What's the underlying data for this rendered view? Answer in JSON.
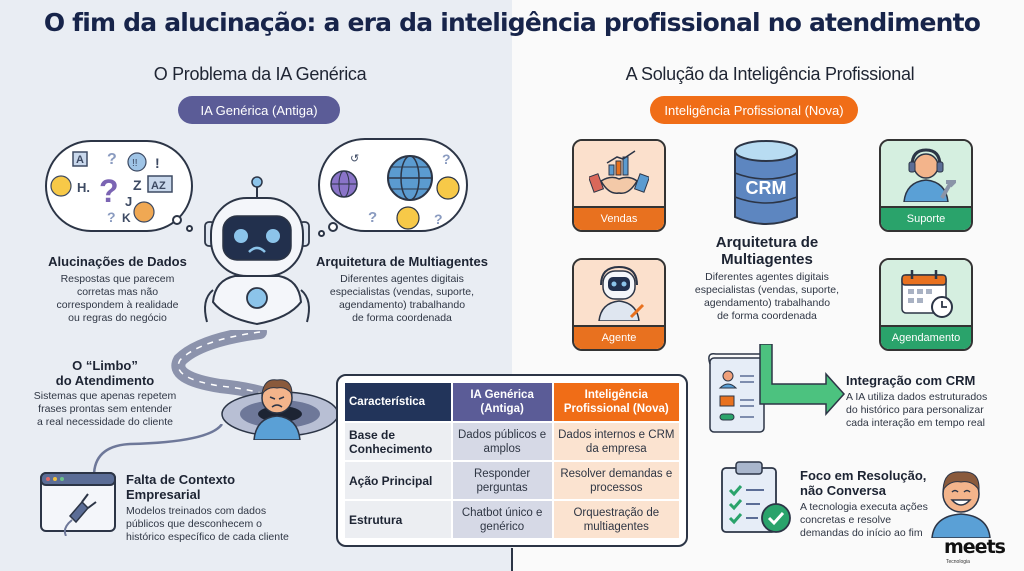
{
  "title": "O fim da alucinação: a era da inteligência profissional no atendimento",
  "left": {
    "section_title": "O Problema da IA Genérica",
    "pill": "IA Genérica (Antiga)",
    "cloud_left_symbols": [
      "A",
      ":",
      "?",
      "!!",
      "!",
      "H.",
      "?",
      "Z",
      "AZ",
      "J",
      "?",
      "K"
    ],
    "cloud_right_symbols": [
      "?",
      "?",
      "?"
    ],
    "items": [
      {
        "title": "Alucinações de Dados",
        "text": [
          "Respostas que parecem",
          "corretas mas não",
          "correspondem à realidade",
          "ou regras do negócio"
        ]
      },
      {
        "title": "Arquitetura de Multiagentes",
        "text": [
          "Diferentes agentes digitais",
          "especialistas (vendas, suporte,",
          "agendamento) trabalhando",
          "de forma coordenada"
        ]
      },
      {
        "title": [
          "O “Limbo”",
          "do Atendimento"
        ],
        "text": [
          "Sistemas que apenas repetem",
          "frases prontas sem entender",
          "a real necessidade do cliente"
        ]
      },
      {
        "title": [
          "Falta de Contexto",
          "Empresarial"
        ],
        "text": [
          "Modelos treinados com dados",
          "públicos que desconhecem o",
          "histórico específico de cada cliente"
        ]
      }
    ]
  },
  "right": {
    "section_title": "A Solução da Inteligência Profissional",
    "pill": "Inteligência Profissional (Nova)",
    "tiles": [
      {
        "label": "Vendas",
        "color": "#e8711f"
      },
      {
        "label": "Suporte",
        "color": "#2aa36b"
      },
      {
        "label": "Agente",
        "color": "#e8711f"
      },
      {
        "label": "Agendamento",
        "color": "#2aa36b"
      }
    ],
    "crm_label": "CRM",
    "center": {
      "title": [
        "Arquitetura de",
        "Multiagentes"
      ],
      "text": [
        "Diferentes agentes digitais",
        "especialistas (vendas, suporte,",
        "agendamento) trabalhando",
        "de forma coordenada"
      ]
    },
    "items": [
      {
        "title": "Integração com CRM",
        "text": [
          "A IA utiliza dados estruturados",
          "do histórico para personalizar",
          "cada interação em tempo real"
        ]
      },
      {
        "title": [
          "Foco em Resolução,",
          "não Conversa"
        ],
        "text": [
          "A tecnologia executa ações",
          "concretas e resolve",
          "demandas do início ao fim"
        ]
      }
    ]
  },
  "table": {
    "headers": [
      "Característica",
      "IA Genérica (Antiga)",
      "Inteligência Profissional (Nova)"
    ],
    "rows": [
      [
        "Base de Conhecimento",
        "Dados públicos e amplos",
        "Dados internos e CRM da empresa"
      ],
      [
        "Ação Principal",
        "Responder perguntas",
        "Resolver demandas e processos"
      ],
      [
        "Estrutura",
        "Chatbot único e genérico",
        "Orquestração de multiagentes"
      ]
    ]
  },
  "logo": {
    "name": "meets",
    "sub": "Tecnologia"
  },
  "colors": {
    "navy": "#17244a",
    "purple": "#5b5c97",
    "orange": "#f06d17",
    "green": "#2aa36b"
  }
}
